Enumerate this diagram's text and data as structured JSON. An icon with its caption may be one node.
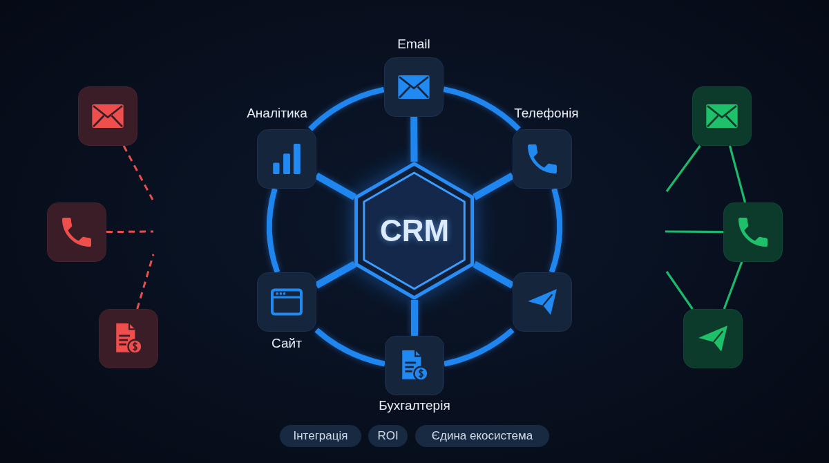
{
  "diagram": {
    "nodes": [
      {
        "text": [],
        "shape": "box"
      },
      {
        "text": [],
        "shape": "box"
      },
      {
        "text": [],
        "shape": "box"
      },
      {
        "text": [
          "Email"
        ]
      },
      {
        "text": [
          "Аналітика"
        ]
      },
      {
        "text": [
          "Телефонія"
        ]
      },
      {
        "text": [
          "CRM"
        ]
      },
      {
        "text": [
          "Сайт"
        ]
      },
      {
        "text": [],
        "shape": "box"
      },
      {
        "text": [
          "Бухгалтерія"
        ]
      },
      {
        "text": [],
        "shape": "box"
      },
      {
        "text": [],
        "shape": "box"
      },
      {
        "text": [],
        "shape": "box"
      },
      {
        "text": [
          "Інтеграція"
        ]
      },
      {
        "text": [
          "ROI"
        ]
      },
      {
        "text": [
          "Єдина екосистема"
        ]
      }
    ],
    "edges": [
      {
        "from": 6,
        "to": 3,
        "arrow": "none"
      },
      {
        "from": 6,
        "to": 5,
        "arrow": "none"
      },
      {
        "from": 6,
        "to": 8,
        "arrow": "none"
      },
      {
        "from": 6,
        "to": 9,
        "arrow": "none"
      },
      {
        "from": 6,
        "to": 7,
        "arrow": "none"
      },
      {
        "from": 6,
        "to": 4,
        "arrow": "none"
      },
      {
        "from": 3,
        "to": 5,
        "arrow": "none"
      },
      {
        "from": 5,
        "to": 8,
        "arrow": "none"
      },
      {
        "from": 8,
        "to": 9,
        "arrow": "none"
      },
      {
        "from": 9,
        "to": 7,
        "arrow": "none"
      },
      {
        "from": 7,
        "to": 4,
        "arrow": "none"
      },
      {
        "from": 4,
        "to": 3,
        "arrow": "none"
      },
      {
        "from": 0,
        "to": null,
        "arrow": "none",
        "style": "dashed",
        "color": "#e5504d"
      },
      {
        "from": 1,
        "to": null,
        "arrow": "none",
        "style": "dashed",
        "color": "#e5504d"
      },
      {
        "from": 2,
        "to": null,
        "arrow": "none",
        "style": "dashed",
        "color": "#e5504d"
      },
      {
        "from": 10,
        "to": 11,
        "arrow": "none",
        "color": "#1db96b"
      },
      {
        "from": 11,
        "to": 12,
        "arrow": "none",
        "color": "#1db96b"
      },
      {
        "from": 10,
        "to": null,
        "arrow": "none",
        "color": "#1db96b"
      },
      {
        "from": 11,
        "to": null,
        "arrow": "none",
        "color": "#1db96b"
      },
      {
        "from": 12,
        "to": null,
        "arrow": "none",
        "color": "#1db96b"
      }
    ]
  }
}
